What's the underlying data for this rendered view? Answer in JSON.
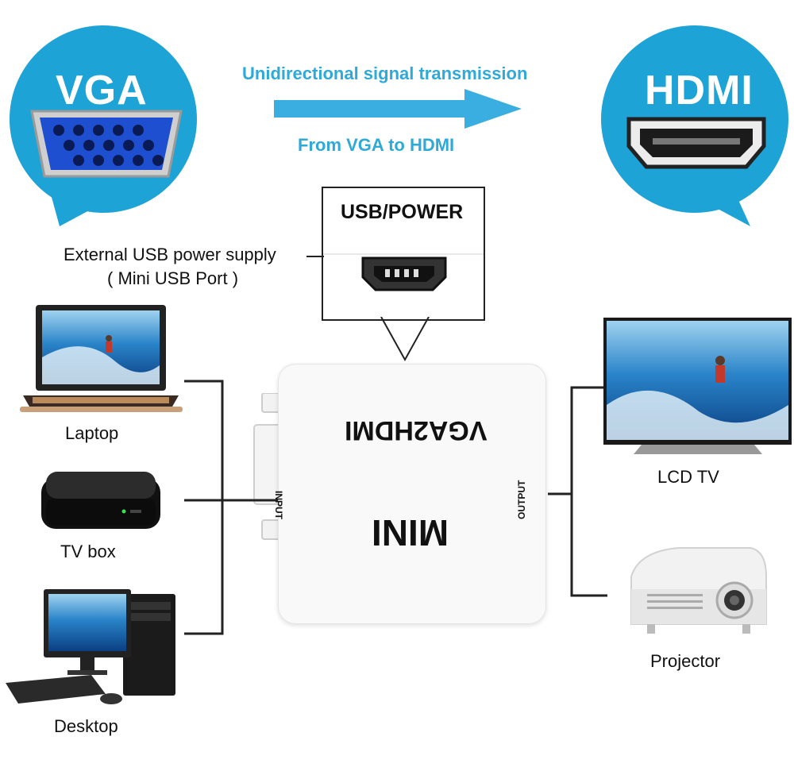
{
  "header": {
    "input_badge": "VGA",
    "output_badge": "HDMI",
    "arrow_top": "Unidirectional signal transmission",
    "arrow_bottom": "From VGA to HDMI"
  },
  "usb": {
    "title": "USB/POWER",
    "caption_line1": "External USB power supply",
    "caption_line2": "( Mini USB Port )"
  },
  "converter": {
    "model": "VGA2HDMI",
    "brand": "MINI",
    "input_label": "INPUT",
    "output_label": "OUTPUT"
  },
  "sources": [
    {
      "label": "Laptop"
    },
    {
      "label": "TV box"
    },
    {
      "label": "Desktop"
    }
  ],
  "outputs": [
    {
      "label": "LCD TV"
    },
    {
      "label": "Projector"
    }
  ],
  "colors": {
    "accent": "#1ea3d6",
    "arrow": "#3aaee0",
    "vga_port": "#1f4fd1"
  }
}
